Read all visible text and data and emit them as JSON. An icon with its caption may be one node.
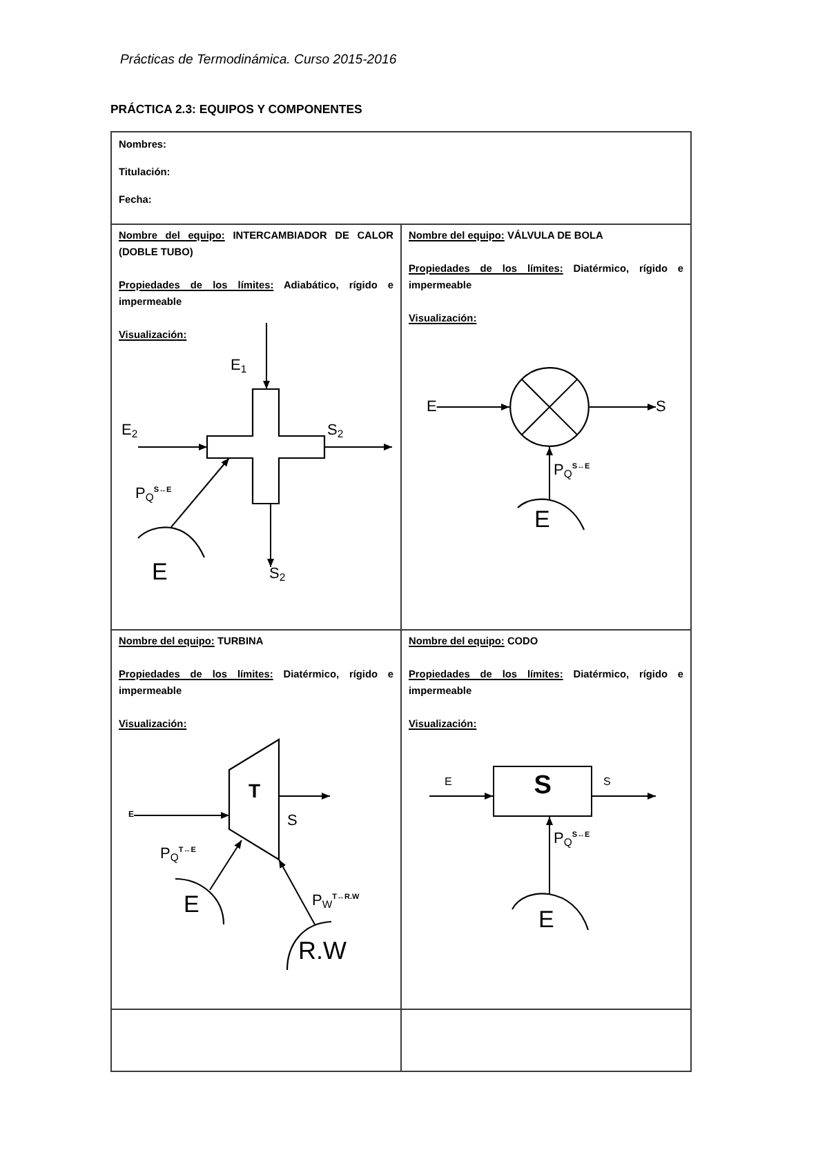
{
  "diagram": {
    "title": "PRÁCTICA 2.3: EQUIPOS Y COMPONENTES",
    "nodes": [
      {
        "text": [
          "Nombres:",
          "Titulación:",
          "Fecha:"
        ]
      },
      {
        "text": [
          "Nombre del equipo:",
          "INTERCAMBIADOR DE CALOR (DOBLE TUBO)",
          "Propiedades de los límites:",
          "Adiabático, rígido e impermeable",
          "Visualización:"
        ]
      },
      {
        "text": [],
        "shape": "cross",
        "in": 1
      },
      {
        "text": [
          "S$_{2}$"
        ],
        "in": 1
      },
      {
        "text": [
          "E"
        ],
        "in": 1
      },
      {
        "text": [
          "Nombre del equipo:",
          "VÁLVULA DE BOLA",
          "Propiedades de los límites:",
          "Diatérmico, rígido e impermeable",
          "Visualización:"
        ]
      },
      {
        "text": [
          "E"
        ],
        "in": 5
      },
      {
        "text": [],
        "shape": "circle",
        "in": 5
      },
      {
        "text": [
          "S"
        ],
        "in": 5
      },
      {
        "text": [
          "E"
        ],
        "in": 5
      },
      {
        "text": [
          "Nombre del equipo:",
          "TURBINA",
          "Propiedades de los límites:",
          "Diatérmico, rígido e impermeable",
          "Visualización:"
        ]
      },
      {
        "text": [
          "E"
        ],
        "in": 10
      },
      {
        "text": [
          "T"
        ],
        "in": 10
      },
      {
        "text": [
          "E"
        ],
        "in": 10
      },
      {
        "text": [
          "R.W"
        ],
        "in": 10
      },
      {
        "text": [
          "Nombre del equipo:",
          "CODO",
          "Propiedades de los límites:",
          "Diatérmico, rígido e impermeable",
          "Visualización:"
        ]
      },
      {
        "text": [
          "S"
        ],
        "in": 15
      },
      {
        "text": [
          "E"
        ],
        "in": 15
      },
      {
        "text": [],
        "shape": "box"
      },
      {
        "text": [],
        "shape": "box"
      }
    ],
    "edges": [
      {
        "from": null,
        "to": 2,
        "arrow": "to",
        "label": "E$_{1}$"
      },
      {
        "from": null,
        "to": 2,
        "arrow": "to",
        "label": "E$_{2}$"
      },
      {
        "from": 2,
        "to": null,
        "arrow": "to",
        "label": "S$_{2}$"
      },
      {
        "from": 2,
        "to": 3,
        "arrow": "to"
      },
      {
        "from": 4,
        "to": 2,
        "arrow": "to",
        "label": "P$_{Q}$$^{S↔E}$"
      },
      {
        "from": 6,
        "to": 7,
        "arrow": "to"
      },
      {
        "from": 7,
        "to": 8,
        "arrow": "to"
      },
      {
        "from": 9,
        "to": 7,
        "arrow": "to",
        "label": "P$_{Q}$$^{S↔E}$"
      },
      {
        "from": 11,
        "to": 12,
        "arrow": "to"
      },
      {
        "from": 12,
        "to": null,
        "arrow": "to",
        "label": "S"
      },
      {
        "from": 13,
        "to": 12,
        "arrow": "to",
        "label": "P$_{Q}$$^{T↔E}$"
      },
      {
        "from": 14,
        "to": 12,
        "arrow": "to",
        "label": "P$_{W}$$^{T↔R.W}$"
      },
      {
        "from": null,
        "to": 16,
        "arrow": "to",
        "label": "E"
      },
      {
        "from": 16,
        "to": null,
        "arrow": "to",
        "label": "S"
      },
      {
        "from": 17,
        "to": 16,
        "arrow": "to",
        "label": "P$_{Q}$$^{S↔E}$"
      }
    ],
    "labels": [
      "Prácticas de Termodinámica. Curso 2015-2016"
    ]
  }
}
